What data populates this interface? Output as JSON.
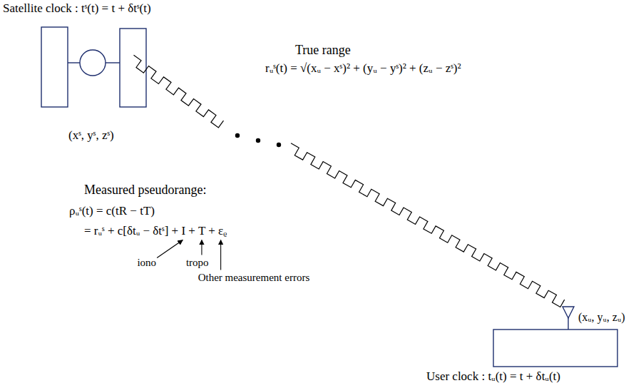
{
  "diagram": {
    "labels": [
      "Satellite clock : tˢ(t) = t + δtˢ(t)",
      "(xˢ, yˢ, zˢ)",
      "True range",
      "rᵤˢ(t) = √(xᵤ − xˢ)² + (yᵤ − yˢ)² + (zᵤ − zˢ)²",
      "Measured pseudorange:",
      "ρᵤˢ(t) = c(tR − tT)",
      "= rᵤˢ + c[δtᵤ − δtˢ] + I + T + εᵨ",
      "iono",
      "tropo",
      "Other measurement errors",
      "(xᵤ, yᵤ, zᵤ)",
      "User clock : tᵤ(t) = t + δtᵤ(t)"
    ]
  }
}
